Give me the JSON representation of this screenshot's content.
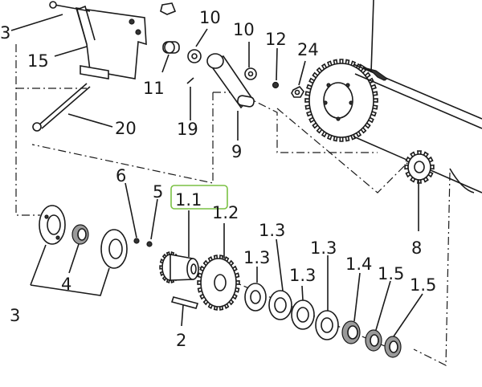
{
  "callouts": [
    {
      "id": "3-top",
      "text": "3"
    },
    {
      "id": "15",
      "text": "15"
    },
    {
      "id": "20",
      "text": "20"
    },
    {
      "id": "10-a",
      "text": "10"
    },
    {
      "id": "11",
      "text": "11"
    },
    {
      "id": "19",
      "text": "19"
    },
    {
      "id": "10-b",
      "text": "10"
    },
    {
      "id": "9",
      "text": "9"
    },
    {
      "id": "12",
      "text": "12"
    },
    {
      "id": "24",
      "text": "24"
    },
    {
      "id": "6",
      "text": "6"
    },
    {
      "id": "5",
      "text": "5"
    },
    {
      "id": "1.1",
      "text": "1.1"
    },
    {
      "id": "1.2",
      "text": "1.2"
    },
    {
      "id": "1.3-a",
      "text": "1.3"
    },
    {
      "id": "1.3-b",
      "text": "1.3"
    },
    {
      "id": "1.3-c",
      "text": "1.3"
    },
    {
      "id": "1.3-d",
      "text": "1.3"
    },
    {
      "id": "1.4",
      "text": "1.4"
    },
    {
      "id": "1.5-a",
      "text": "1.5"
    },
    {
      "id": "1.5-b",
      "text": "1.5"
    },
    {
      "id": "8",
      "text": "8"
    },
    {
      "id": "4",
      "text": "4"
    },
    {
      "id": "3-bottom",
      "text": "3"
    },
    {
      "id": "2",
      "text": "2"
    }
  ],
  "highlight": {
    "callout": "1.1",
    "color": "#7ac143"
  }
}
